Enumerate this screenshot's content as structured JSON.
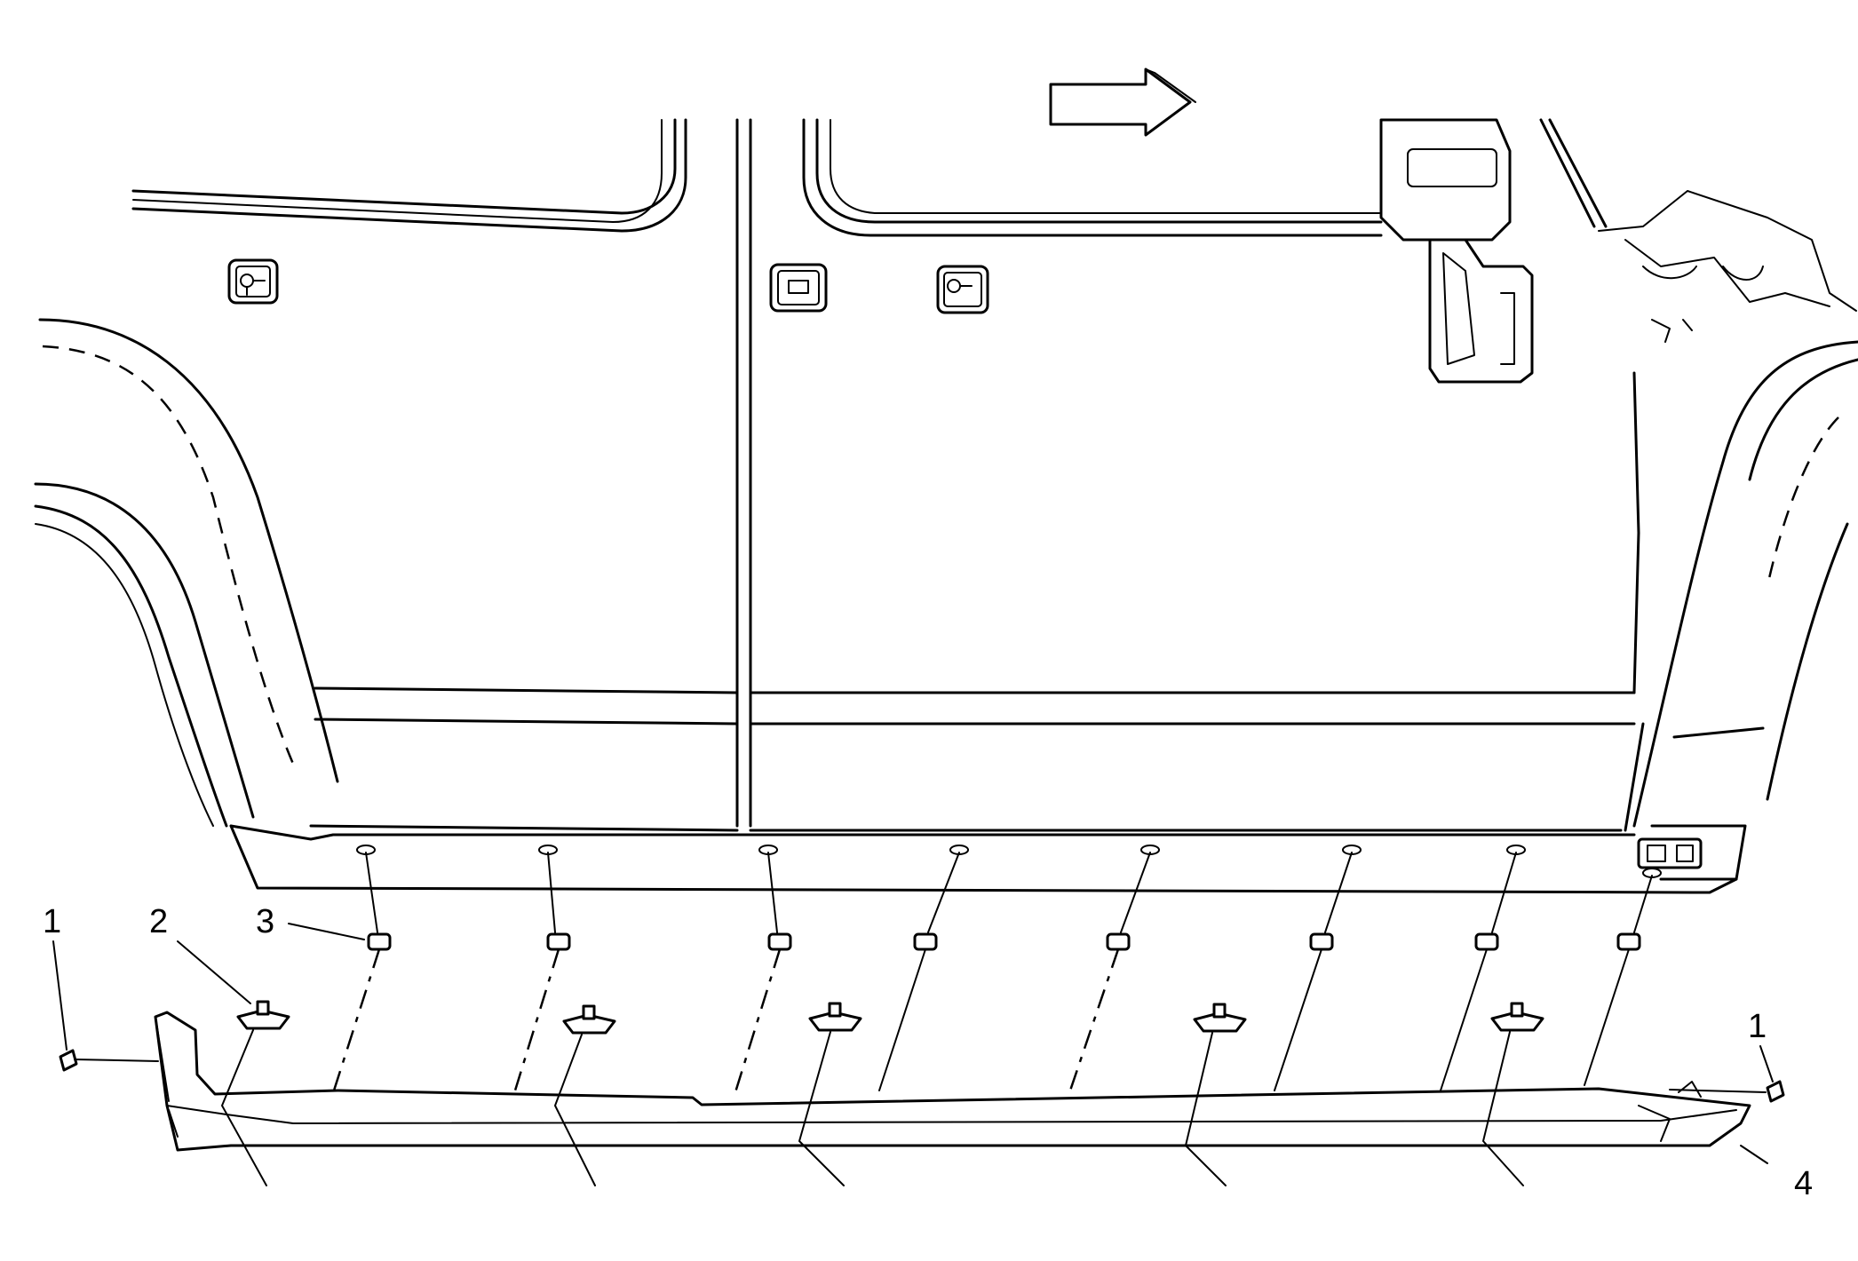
{
  "callouts": {
    "c1_left": "1",
    "c2": "2",
    "c3": "3",
    "c1_right": "1",
    "c4": "4"
  },
  "icons": {
    "direction_arrow": "right-arrow-icon"
  }
}
